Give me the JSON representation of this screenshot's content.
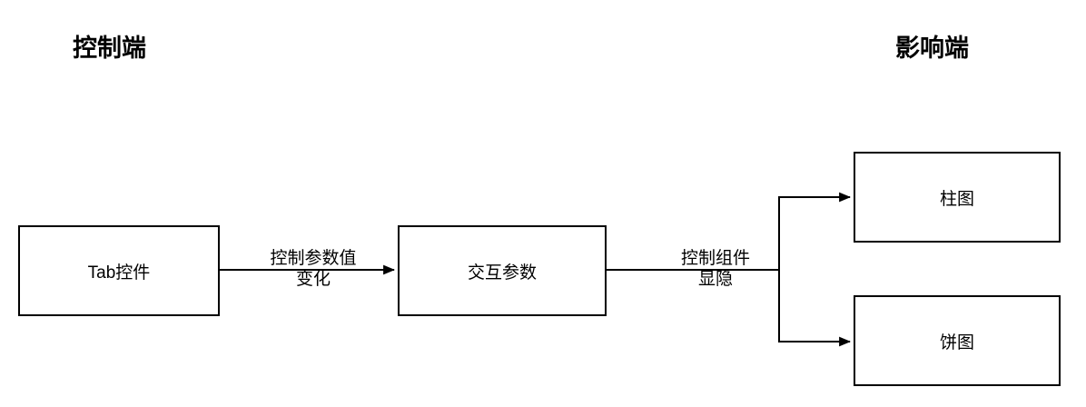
{
  "diagram": {
    "headings": {
      "left": "控制端",
      "right": "影响端"
    },
    "nodes": {
      "tab_control": "Tab控件",
      "interaction_param": "交互参数",
      "bar_chart": "柱图",
      "pie_chart": "饼图"
    },
    "edges": {
      "tab_to_param": {
        "line1": "控制参数值",
        "line2": "变化"
      },
      "param_to_charts": {
        "line1": "控制组件",
        "line2": "显隐"
      }
    },
    "colors": {
      "stroke": "#000000",
      "background": "#ffffff",
      "text": "#000000"
    }
  }
}
